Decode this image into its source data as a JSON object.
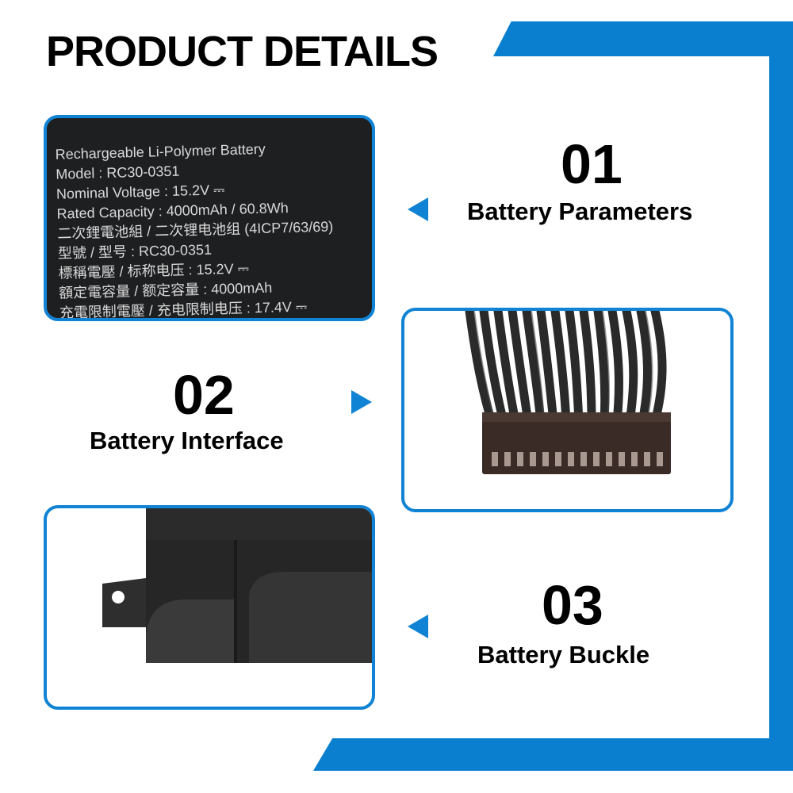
{
  "header": {
    "title": "PRODUCT DETAILS"
  },
  "battery_label": {
    "lines": [
      "Rechargeable Li-Polymer Battery",
      "Model : RC30-0351",
      "Nominal Voltage : 15.2V ⎓",
      "Rated Capacity : 4000mAh / 60.8Wh",
      "二次鋰電池組 / 二次锂电池组 (4ICP7/63/69)",
      "型號 / 型号 : RC30-0351",
      "標稱電壓 / 标称电压 : 15.2V ⎓",
      "額定電容量 / 额定容量 : 4000mAh",
      "充電限制電壓 / 充电限制电压 : 17.4V ⎓"
    ]
  },
  "features": [
    {
      "number": "01",
      "caption": "Battery Parameters"
    },
    {
      "number": "02",
      "caption": "Battery Interface"
    },
    {
      "number": "03",
      "caption": "Battery Buckle"
    }
  ],
  "colors": {
    "accent": "#1183d4",
    "frame": "#0a7fd0"
  }
}
